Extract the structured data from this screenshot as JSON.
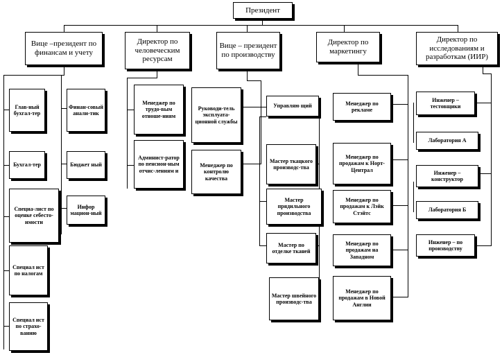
{
  "president": "Президент",
  "level1": {
    "finance": "Вице –президент по финансам и учету",
    "hr": "Директор по человеческим ресурсам",
    "production": "Вице – президент по производству",
    "marketing": "Директор по маркетингу",
    "rnd": "Директор по исследованиям и разработкам (ИИР)"
  },
  "finance": {
    "chief_accountant": "Глав-ный бухгал-тер",
    "accountant": "Бухгал-тер",
    "cost_specialist": "Специа-лист по оценке себесто-имости",
    "tax_specialist": "Специал ист по налогам",
    "insurance_specialist": "Специал ист по страхо-ванию",
    "financial_analyst": "Финан-совый анали-тик",
    "budget": "Бюджет ный",
    "info": "Инфор мацион-ный"
  },
  "hr": {
    "labor_manager": "Менеджер по трудо-вым отноше-ниям",
    "pension_admin": "Админист-ратор по пенсион-ным отчис-лениям и"
  },
  "production": {
    "maintenance_head": "Руководи-тель эксплуата-ционной службы",
    "quality_manager": "Менеджер по контролю качества",
    "manager": "Управляю щий",
    "weaving_master": "Мастер ткацкого производс-тва",
    "spinning_master": "Мастер прядильного производства",
    "finishing_master": "Мастер по отделке тканей",
    "sewing_master": "Мастер швейного производс-тва"
  },
  "marketing": {
    "ad_manager": "Менеджер по рекламе",
    "sales_north": "Менеджер по продажам к Норт-Централ",
    "sales_lake": "Менеджер по продажам к Лэйк Стэйтс",
    "sales_west": "Менеджер по продажам на Западном",
    "sales_ne": "Менеджер по продажам в Новой Англии"
  },
  "rnd": {
    "test_engineer": "Инженер – тестовщики",
    "lab_a": "Лаборатория А",
    "design_engineer": "Инженер – конструктор",
    "lab_b": "Лаборатория Б",
    "prod_engineer": "Инженер – по производству"
  }
}
